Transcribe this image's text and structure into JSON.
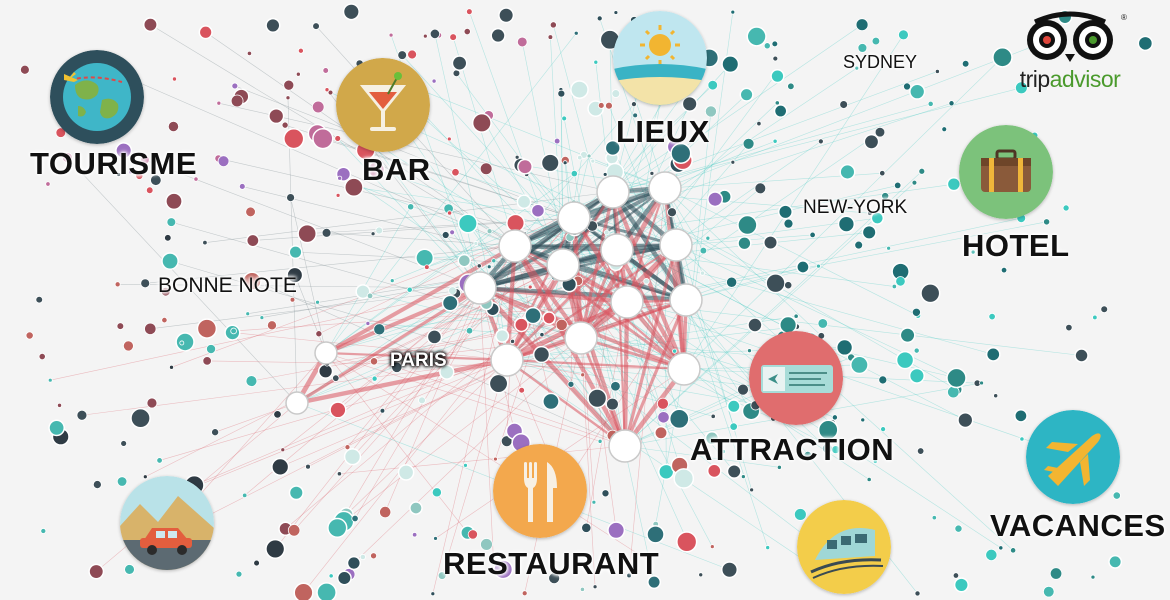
{
  "logo": {
    "brand_part1": "trip",
    "brand_part2": "advisor"
  },
  "topics": {
    "tourisme": "TOURISME",
    "bar": "BAR",
    "lieux": "LIEUX",
    "hotel": "HOTEL",
    "attraction": "ATTRACTION",
    "vacances": "VACANCES",
    "restaurant": "RESTAURANT"
  },
  "cities": {
    "sydney": "SYDNEY",
    "new_york": "NEW-YORK",
    "bonne_note": "BONNE NOTE",
    "paris": "PARIS"
  },
  "colors": {
    "background": "#f4f4f4",
    "teal": "#3cc9bf",
    "red": "#d9545e",
    "dark_slate": "#2f4f5a",
    "purple": "#9b6fc0",
    "brand_green": "#4a9a2c"
  },
  "icons": [
    "globe-plane-icon",
    "cocktail-icon",
    "beach-sun-icon",
    "suitcase-icon",
    "ticket-icon",
    "airplane-icon",
    "fork-knife-icon",
    "train-icon",
    "car-road-icon",
    "owl-eyes-icon"
  ]
}
